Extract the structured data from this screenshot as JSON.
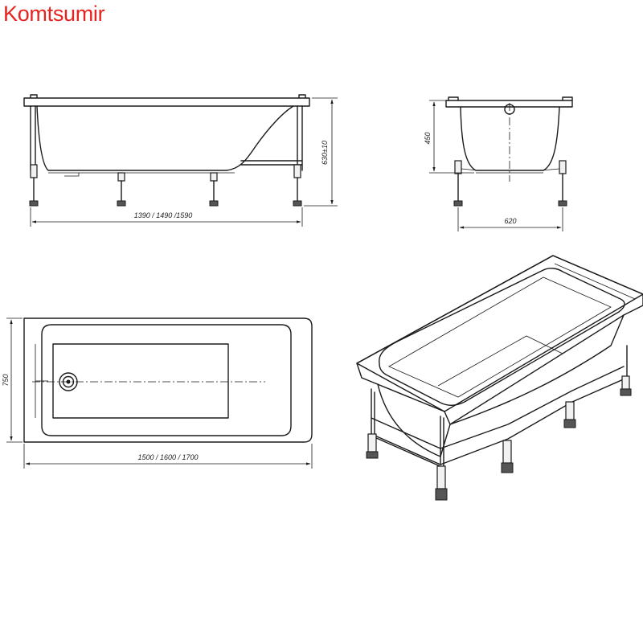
{
  "brand": {
    "name": "Komtsumir",
    "color": "#e52420"
  },
  "dimensions": {
    "side_length": "1390 / 1490 /1590",
    "side_height": "630±10",
    "end_depth": "450",
    "end_width": "620",
    "top_width": "750",
    "top_length": "1500 / 1600 / 1700"
  }
}
